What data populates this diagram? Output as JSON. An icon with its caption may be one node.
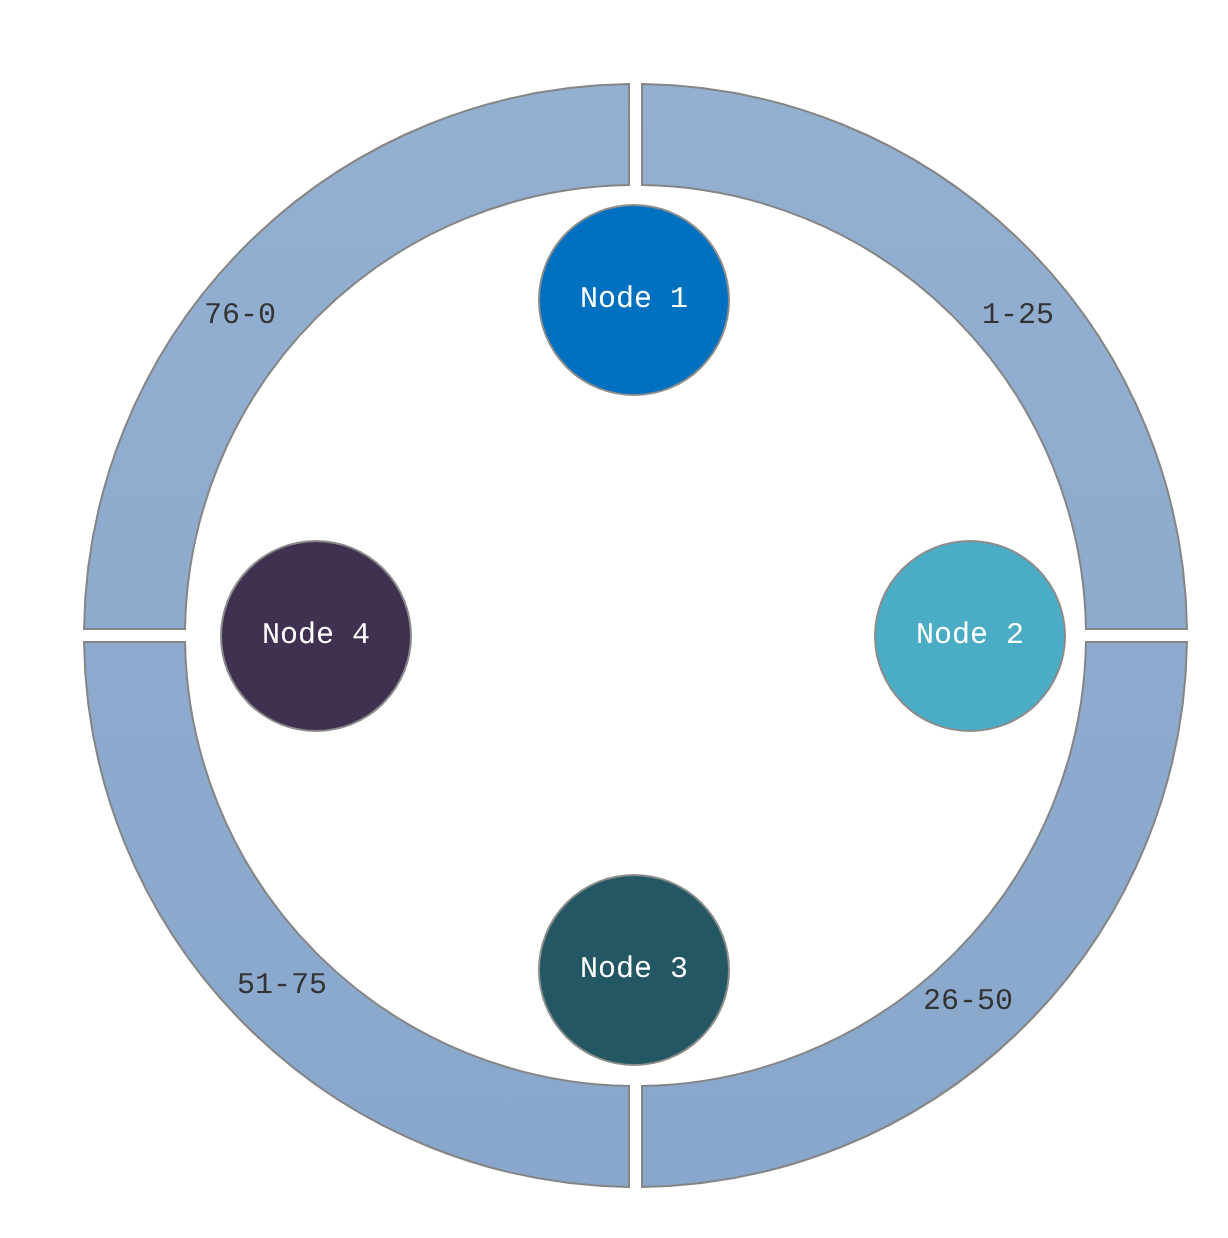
{
  "diagram": {
    "nodes": [
      {
        "text": [
          "1-25"
        ]
      },
      {
        "text": [
          "26-50"
        ]
      },
      {
        "text": [
          "51-75"
        ]
      },
      {
        "text": [
          "76-0"
        ]
      },
      {
        "text": [
          "Node 1"
        ]
      },
      {
        "text": [
          "Node 2"
        ]
      },
      {
        "text": [
          "Node 3"
        ]
      },
      {
        "text": [
          "Node 4"
        ]
      }
    ]
  }
}
